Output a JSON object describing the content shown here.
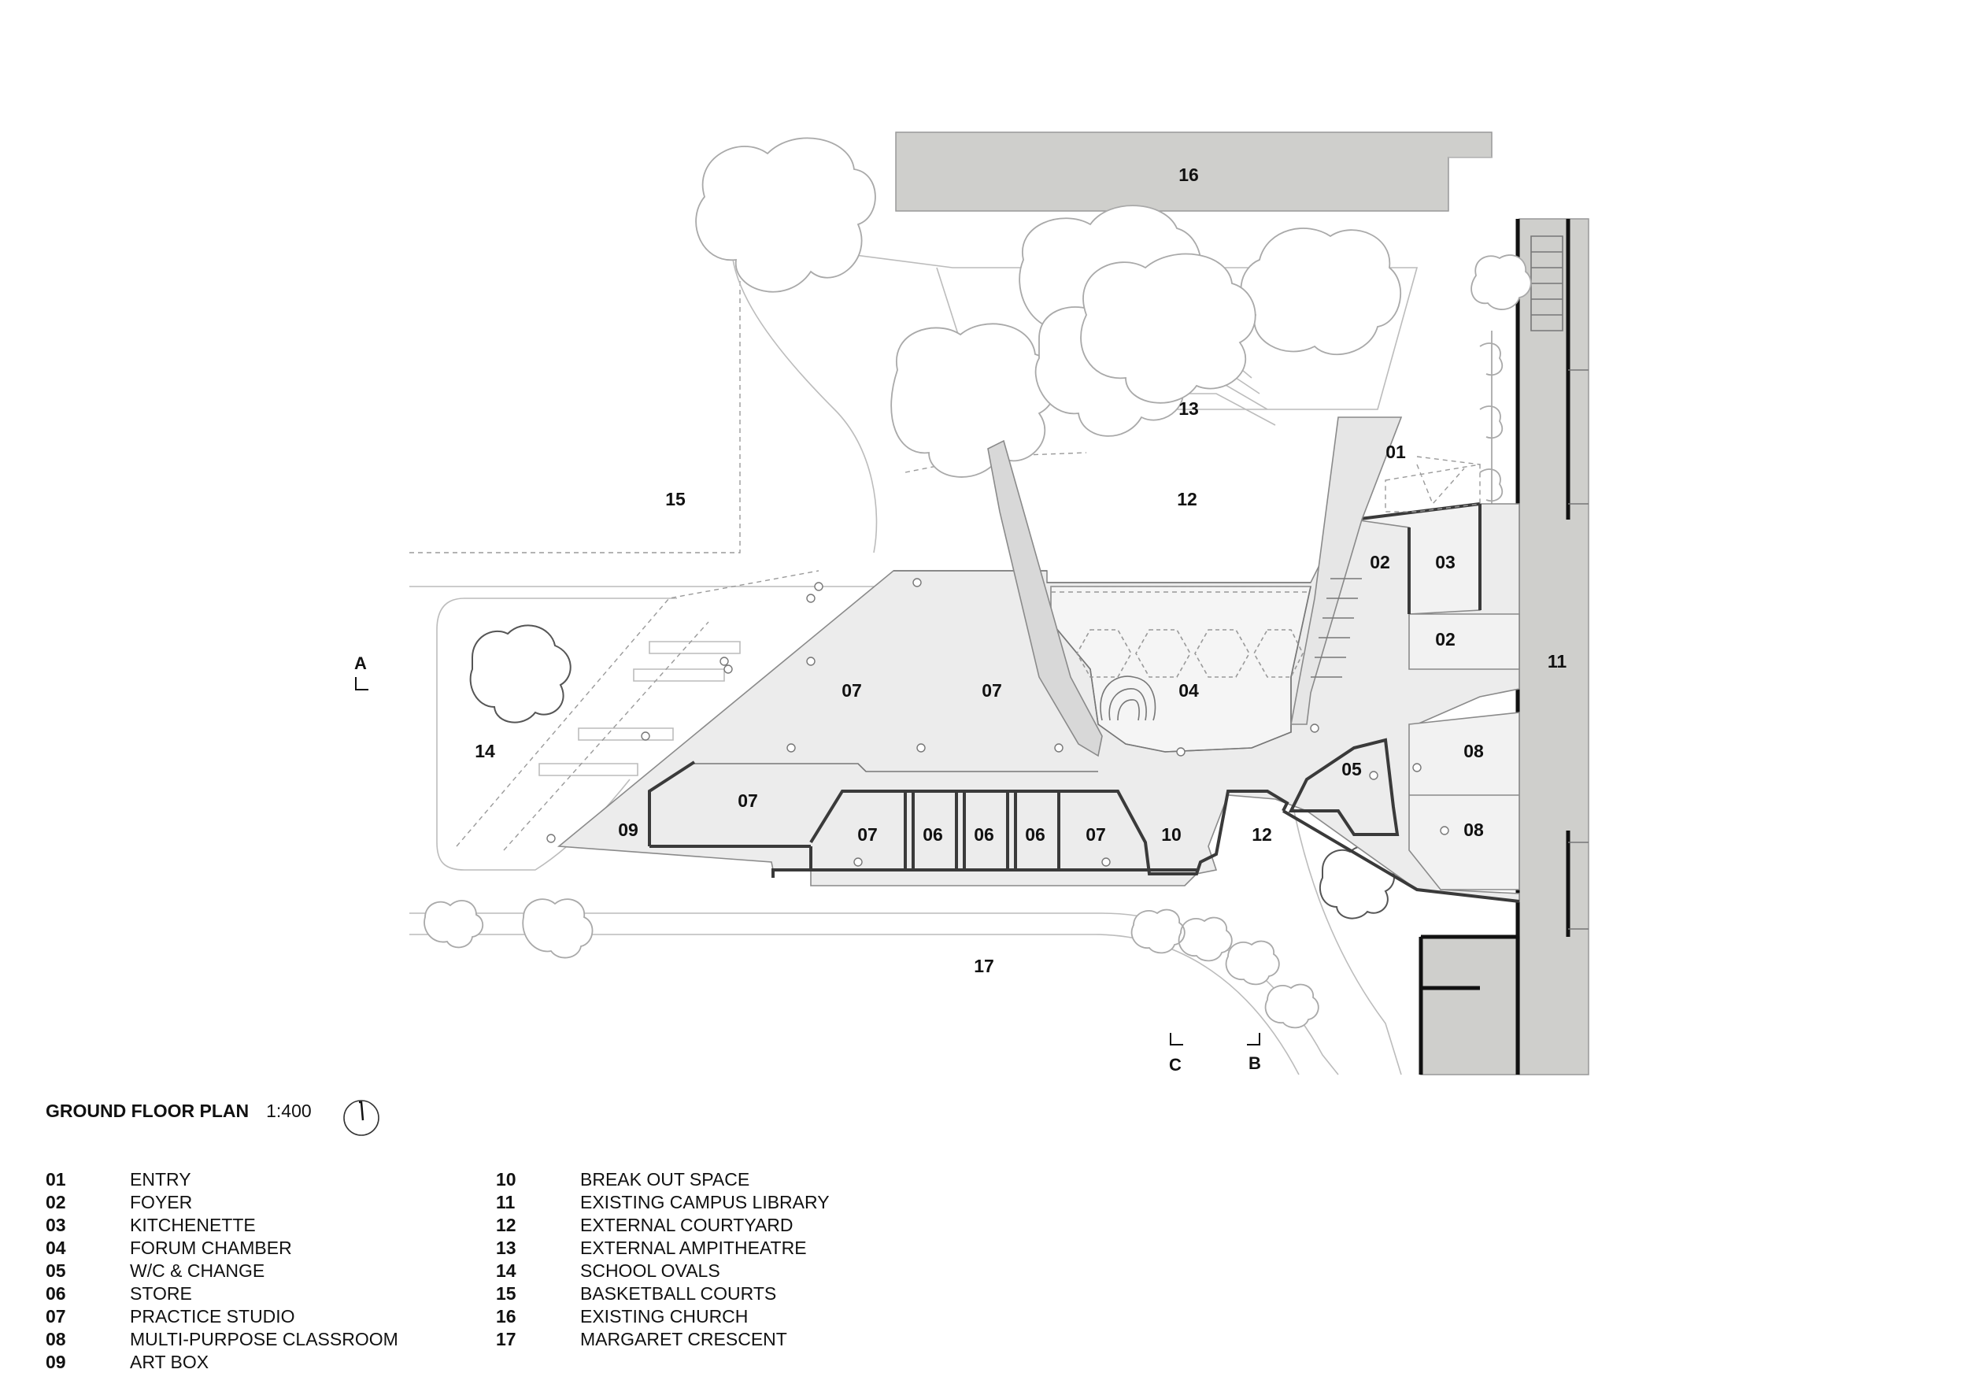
{
  "drawing": {
    "title": "GROUND FLOOR PLAN",
    "scale": "1:400"
  },
  "plan_labels": {
    "l01": "01",
    "l02a": "02",
    "l02b": "02",
    "l03": "03",
    "l04": "04",
    "l05": "05",
    "l06a": "06",
    "l06b": "06",
    "l06c": "06",
    "l07a": "07",
    "l07b": "07",
    "l07c": "07",
    "l07d": "07",
    "l07e": "07",
    "l08a": "08",
    "l08b": "08",
    "l09": "09",
    "l10": "10",
    "l11": "11",
    "l12a": "12",
    "l12b": "12",
    "l13": "13",
    "l14": "14",
    "l15": "15",
    "l16": "16",
    "l17": "17"
  },
  "section_markers": {
    "a": "A",
    "b": "B",
    "c": "C"
  },
  "legend_left": [
    {
      "num": "01",
      "name": "ENTRY"
    },
    {
      "num": "02",
      "name": "FOYER"
    },
    {
      "num": "03",
      "name": "KITCHENETTE"
    },
    {
      "num": "04",
      "name": "FORUM CHAMBER"
    },
    {
      "num": "05",
      "name": "W/C & CHANGE"
    },
    {
      "num": "06",
      "name": "STORE"
    },
    {
      "num": "07",
      "name": "PRACTICE STUDIO"
    },
    {
      "num": "08",
      "name": "MULTI-PURPOSE CLASSROOM"
    },
    {
      "num": "09",
      "name": "ART BOX"
    }
  ],
  "legend_right": [
    {
      "num": "10",
      "name": "BREAK OUT SPACE"
    },
    {
      "num": "11",
      "name": "EXISTING CAMPUS LIBRARY"
    },
    {
      "num": "12",
      "name": "EXTERNAL COURTYARD"
    },
    {
      "num": "13",
      "name": "EXTERNAL AMPITHEATRE"
    },
    {
      "num": "14",
      "name": "SCHOOL OVALS"
    },
    {
      "num": "15",
      "name": "BASKETBALL COURTS"
    },
    {
      "num": "16",
      "name": "EXISTING CHURCH"
    },
    {
      "num": "17",
      "name": "MARGARET CRESCENT"
    }
  ]
}
